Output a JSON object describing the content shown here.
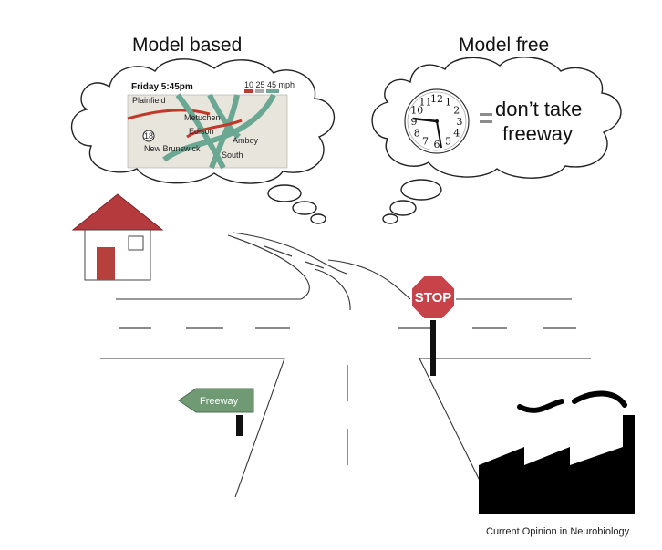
{
  "titles": {
    "left": "Model based",
    "right": "Model free"
  },
  "map": {
    "time": "Friday 5:45pm",
    "speed_legend": "10 25 45 mph",
    "places": [
      "Plainfield",
      "Edison",
      "New Brunswick",
      "Amboy",
      "South",
      "Metuchen"
    ],
    "route_number": "18"
  },
  "bubble_right": {
    "line1": "don’t take",
    "line2": "freeway",
    "clock_numbers": [
      "12",
      "1",
      "2",
      "3",
      "4",
      "5",
      "6",
      "7",
      "8",
      "9",
      "10",
      "11"
    ]
  },
  "signs": {
    "stop": "STOP",
    "freeway": "Freeway"
  },
  "caption": "Current Opinion in Neurobiology",
  "colors": {
    "roof": "#b43a3e",
    "door": "#b5413c",
    "stop": "#c8424a",
    "freeway_sign": "#6f9a73",
    "map_land": "#e8e6dc",
    "map_road": "#6aa894",
    "map_red": "#c0392b",
    "equals": "#8c8c8c"
  }
}
